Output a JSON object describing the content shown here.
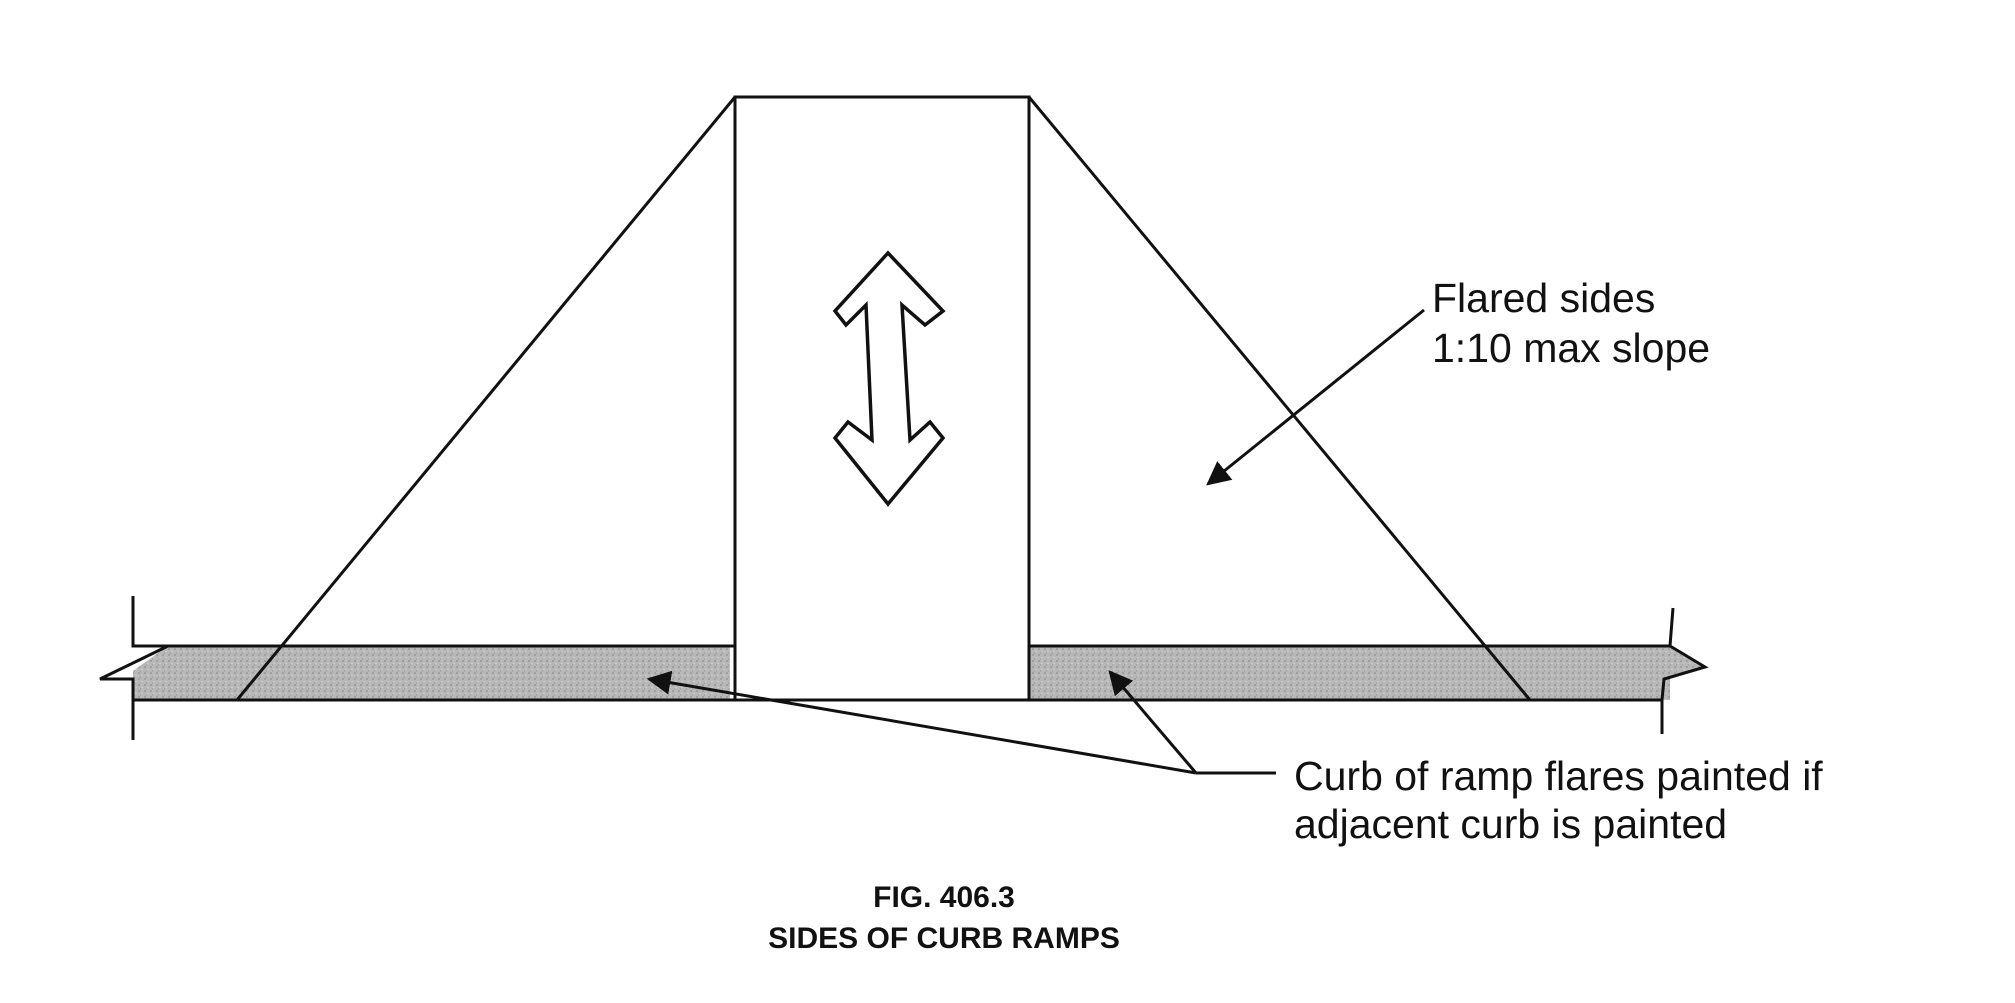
{
  "labels": {
    "flared_sides_line1": "Flared sides",
    "flared_sides_line2": "1:10 max slope",
    "curb_note_line1": "Curb of ramp flares painted if",
    "curb_note_line2": "adjacent curb is painted"
  },
  "caption": {
    "figure_number": "FIG. 406.3",
    "figure_title": "SIDES OF CURB RAMPS"
  },
  "colors": {
    "line": "#111111",
    "curb_fill": "#b4b4b4",
    "background": "#ffffff"
  },
  "icons": {
    "direction_arrow": "double-headed-arrow-icon"
  }
}
